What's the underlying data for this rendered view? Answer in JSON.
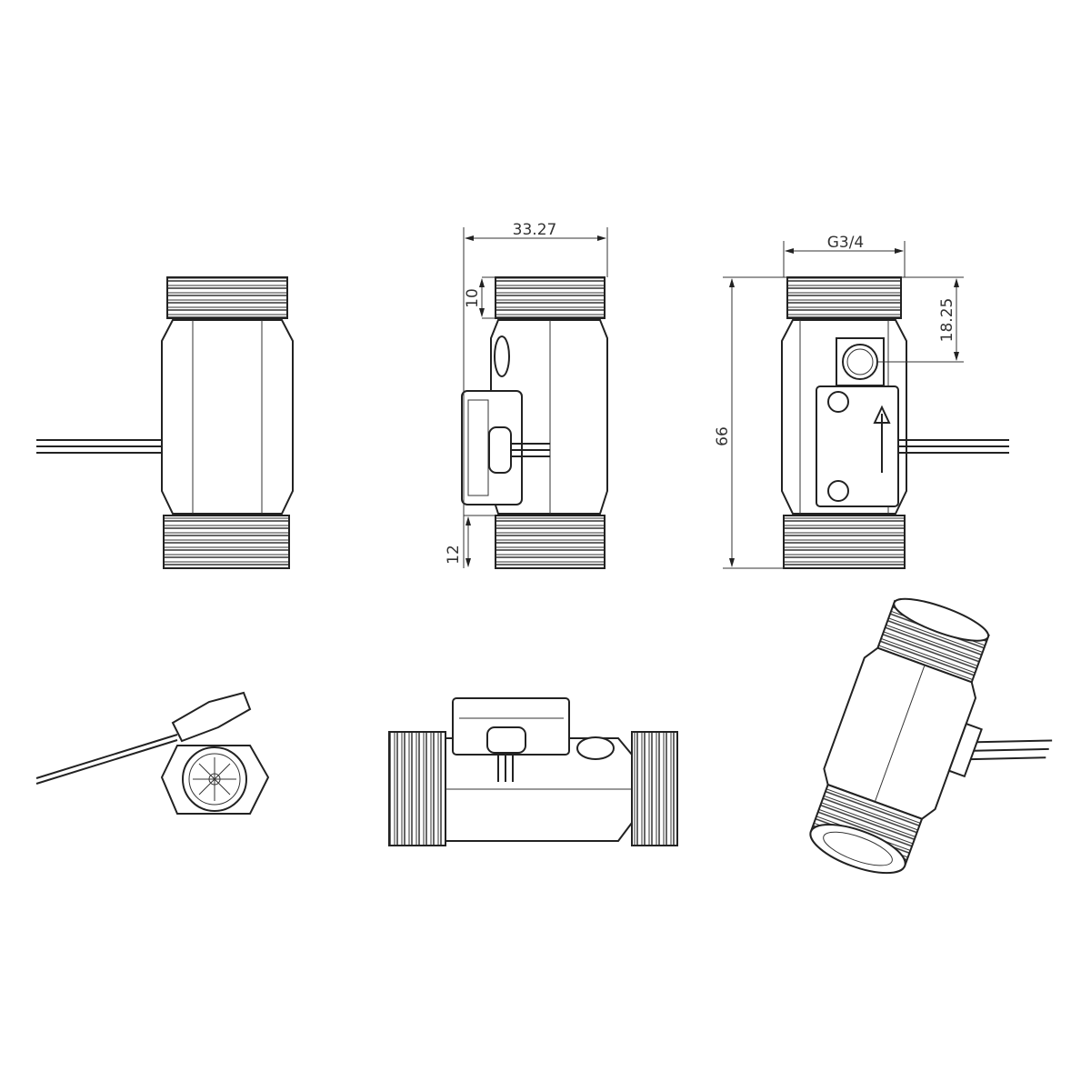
{
  "drawing": {
    "views": [
      "front-view",
      "side-view",
      "right-view",
      "end-view",
      "bottom-side-view",
      "isometric-view"
    ],
    "dimensions": {
      "width": "33.27",
      "thread": "G3/4",
      "hole_offset": "18.25",
      "overall_length": "66",
      "thread_top": "10",
      "thread_bottom": "12"
    },
    "colors": {
      "line": "#222222",
      "background": "#ffffff"
    }
  }
}
